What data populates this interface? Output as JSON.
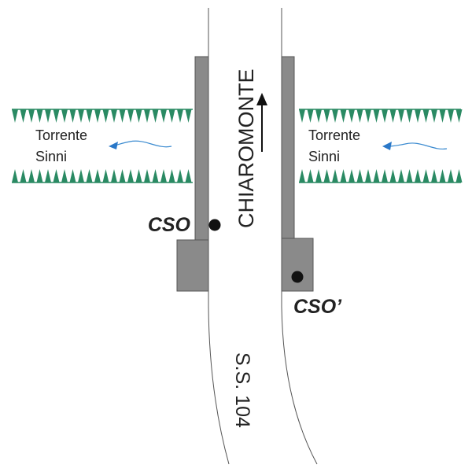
{
  "road_name": "CHIAROMONTE",
  "road_code": "S.S. 104",
  "river": {
    "line1": "Torrente",
    "line2": "Sinni"
  },
  "stations": {
    "cso": "CSO",
    "cso_prime": "CSO’"
  },
  "colors": {
    "bank": "#2a8a63",
    "structure": "#8a8a8a",
    "flow": "#3a8ad0",
    "road_edge": "#555555"
  }
}
